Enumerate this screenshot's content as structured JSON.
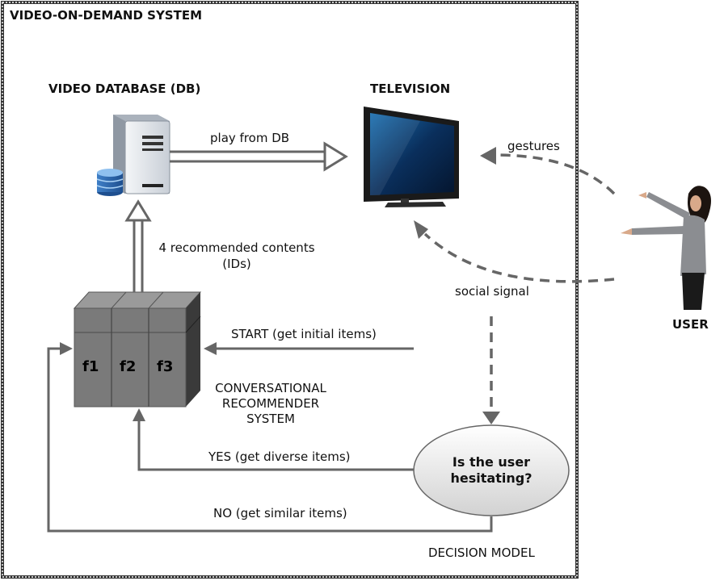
{
  "system": {
    "title": "VIDEO-ON-DEMAND SYSTEM"
  },
  "database": {
    "label": "VIDEO DATABASE (DB)",
    "icon": "server-database-icon"
  },
  "television": {
    "label": "TELEVISION",
    "icon": "television-icon"
  },
  "user": {
    "label": "USER",
    "icon": "user-pointing-figure"
  },
  "recommender": {
    "label_lines": [
      "CONVERSATIONAL",
      "RECOMMENDER",
      "SYSTEM"
    ],
    "facets": [
      "f1",
      "f2",
      "f3"
    ]
  },
  "decision": {
    "question_lines": [
      "Is the user",
      "hesitating?"
    ],
    "label": "DECISION MODEL"
  },
  "edges": {
    "play": "play from DB",
    "recommended_line1": "4 recommended contents",
    "recommended_line2": "(IDs)",
    "gestures": "gestures",
    "social": "social signal",
    "start": "START (get initial items)",
    "yes": "YES (get diverse items)",
    "no": "NO (get similar items)"
  },
  "colors": {
    "arrow": "#666666",
    "cube_front": "#7a7a7a",
    "cube_top": "#9a9a9a",
    "cube_side": "#3a3a3a",
    "border": "#333333"
  }
}
